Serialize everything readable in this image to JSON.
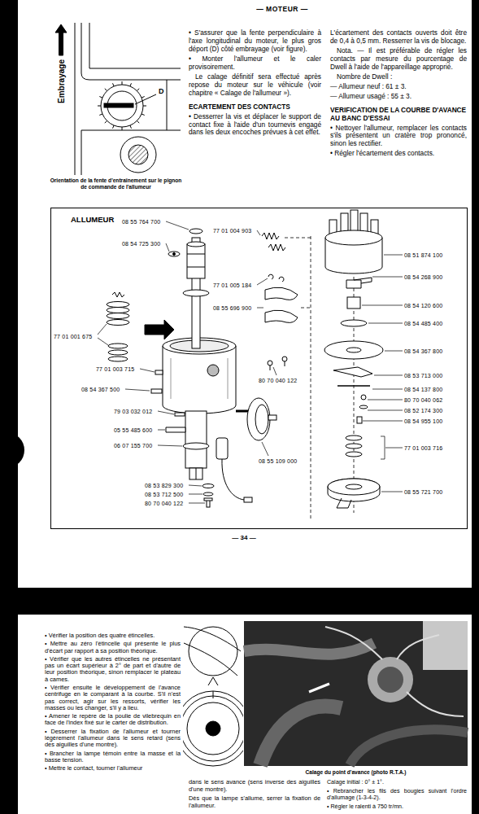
{
  "diagram": {
    "title": "— MOTEUR —",
    "nodes": [
      {
        "text": [
          "ALLUMEUR"
        ]
      },
      {
        "text": [
          "Calage du point d'avance (photo R.T.A.)"
        ]
      }
    ],
    "labels": [
      "Embrayage",
      "D",
      "Orientation de la fente d'entraînement sur le pignon de commande de l'allumeur",
      "• S'assurer que la fente perpendiculaire à l'axe longitudinal du moteur, le plus gros déport (D) côté embrayage (voir figure).",
      "• Monter l'allumeur et le caler provisoirement.",
      "Le calage définitif sera effectué après repose du moteur sur le véhicule (voir chapitre « Calage de l'allumeur »).",
      "ECARTEMENT DES CONTACTS",
      "• Desserrer la vis et déplacer le support de contact fixe à l'aide d'un tournevis engagé dans les deux encoches prévues à cet effet.",
      "L'écartement des contacts ouverts doit être de 0,4 à 0,5 mm. Resserrer la vis de blocage.",
      "Nota. — Il est préférable de régler les contacts par mesure du pourcentage de Dwell à l'aide de l'appareillage approprié.",
      "Nombre de Dwell :",
      "— Allumeur neuf : 61 ± 3.",
      "— Allumeur usagé : 55 ± 3.",
      "VERIFICATION DE LA COURBE D'AVANCE AU BANC D'ESSAI",
      "• Nettoyer l'allumeur, remplacer les contacts s'ils présentent un cratère trop prononcé, sinon les rectifier.",
      "• Régler l'écartement des contacts.",
      "08 55 764 700",
      "08 54 725 300",
      "77 01 004 903",
      "77 01 005 184",
      "08 55 696 900",
      "77 01 001 675",
      "77 01 003 715",
      "08 54 367 500",
      "79 03 032 012",
      "05 55 485 600",
      "06 07 155 700",
      "80 70 040 122",
      "08 55 109 000",
      "08 53 829 300",
      "08 53 712 500",
      "80 70 040 122",
      "08 51 874 100",
      "08 54 268 900",
      "08 54 120 600",
      "08 54 485 400",
      "08 54 367 800",
      "08 53 713 000",
      "08 54 137 800",
      "80 70 040 062",
      "08 52 174 300",
      "08 54 955 100",
      "77 01 003 716",
      "08 55 721 700",
      "— 34 —",
      "• Vérifier la position des quatre étincelles.",
      "• Mettre au zéro l'étincelle qui présente le plus d'écart par rapport à sa position théorique.",
      "• Vérifier que les autres étincelles ne présentant pas un écart supérieur à 2° de part et d'autre de leur position théorique, sinon remplacer le plateau à cames.",
      "• Vérifier ensuite le développement de l'avance centrifuge en le comparant à la courbe. S'il n'est pas correct, agir sur les ressorts, vérifier les masses ou les changer, s'il y a lieu.",
      "• Amener le repère de la poulie de vilebrequin en face de l'index fixé sur le carter de distribution.",
      "• Desserrer la fixation de l'allumeur et tourner légèrement l'allumeur dans le sens retard (sens des aiguilles d'une montre).",
      "• Brancher la lampe témoin entre la masse et la basse tension.",
      "• Mettre le contact, tourner l'allumeur",
      "dans le sens avance (sens inverse des aiguilles d'une montre).",
      "Dès que la lampe s'allume, serrer la fixation de l'allumeur.",
      "Calage initial : 0° ± 1°.",
      "• Rebrancher les fils des bougies suivant l'ordre d'allumage (1-3-4-2).",
      "• Régler le ralenti à 750 tr/mn."
    ]
  }
}
